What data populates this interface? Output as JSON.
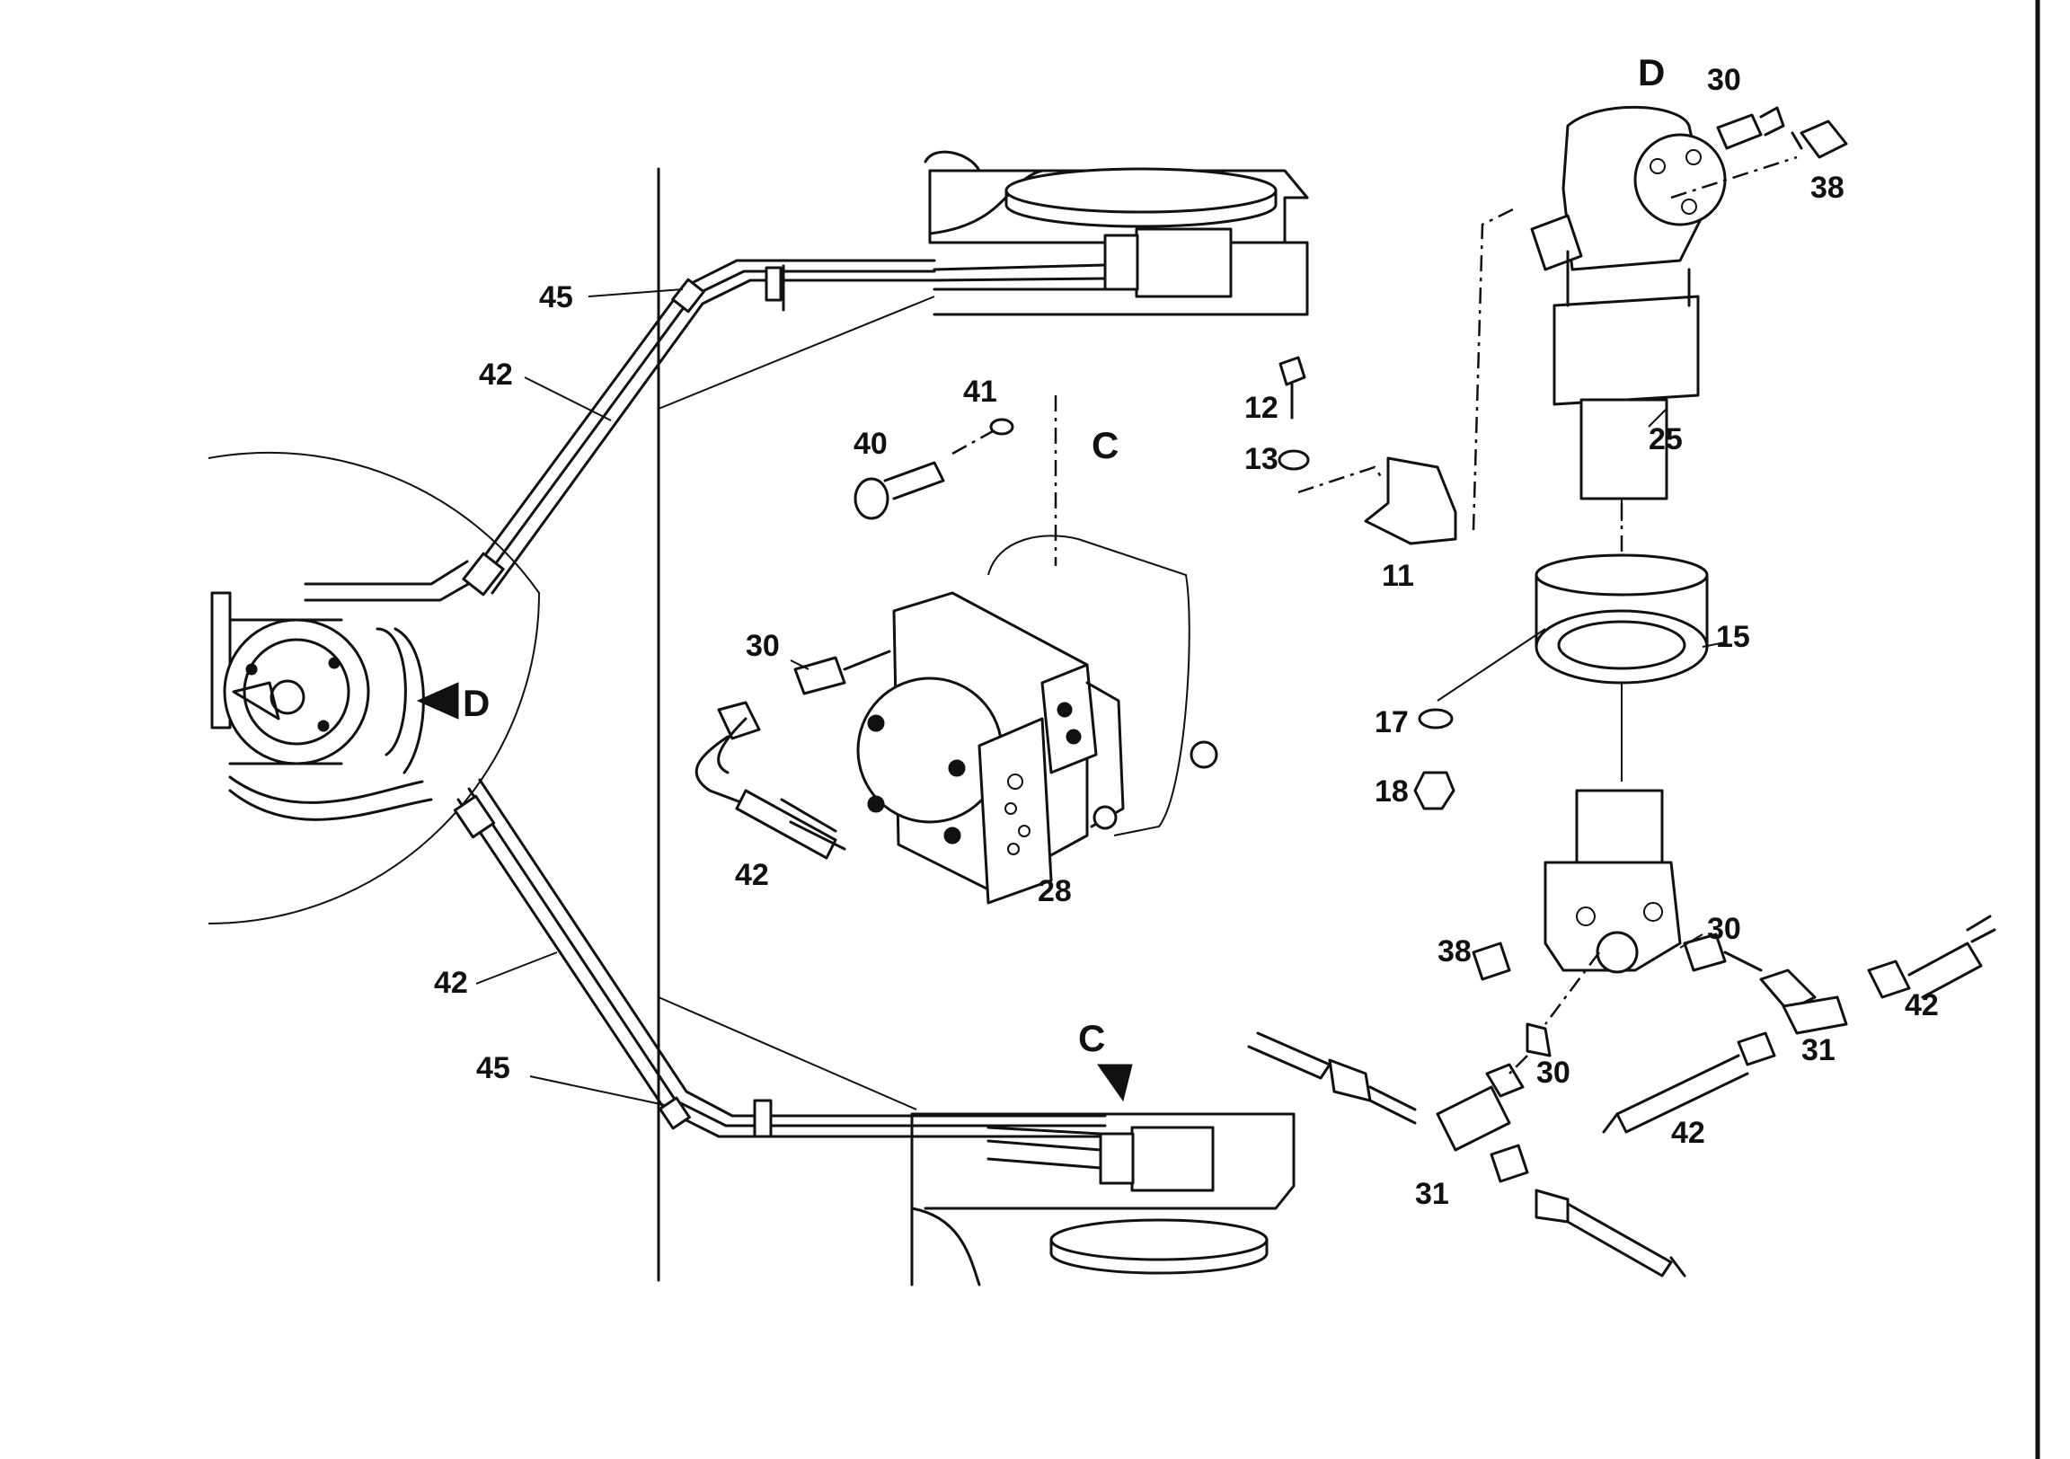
{
  "labels": {
    "view_d_top": "D",
    "view_c_top": "C",
    "view_d_arrow": "D",
    "view_c_arrow": "C",
    "p45_top": "45",
    "p42_top": "42",
    "p41": "41",
    "p40": "40",
    "p30_mid": "30",
    "p42_mid": "42",
    "p28": "28",
    "p42_left": "42",
    "p45_bottom": "45",
    "p12": "12",
    "p13": "13",
    "p11": "11",
    "p30_top": "30",
    "p38_top": "38",
    "p25": "25",
    "p15": "15",
    "p17": "17",
    "p18": "18",
    "p38_bottom": "38",
    "p30_right": "30",
    "p30_lower": "30",
    "p42_right": "42",
    "p31_right": "31",
    "p42_lower": "42",
    "p31_lower": "31"
  }
}
